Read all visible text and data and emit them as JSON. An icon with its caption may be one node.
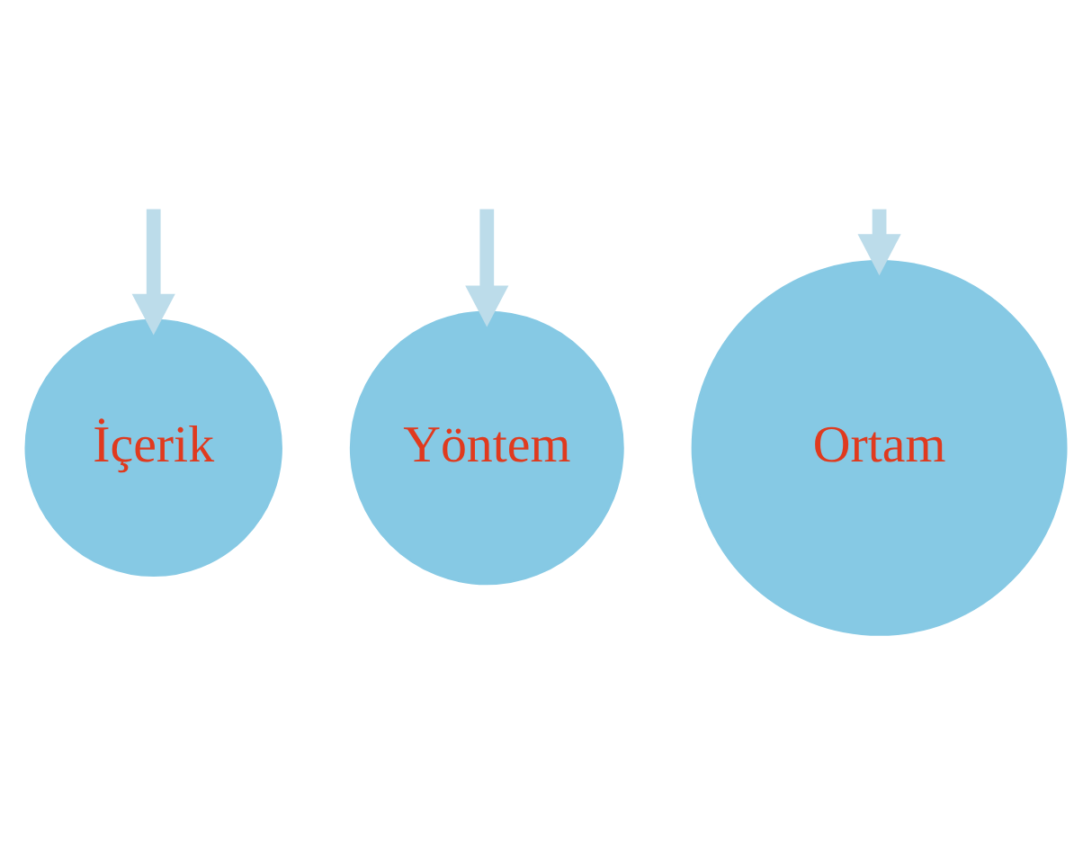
{
  "diagram": {
    "nodes": [
      {
        "text": [
          "İçerik"
        ]
      },
      {
        "text": [
          "Yöntem"
        ]
      },
      {
        "text": [
          "Ortam"
        ]
      }
    ],
    "edges": [
      {
        "from": null,
        "to": 0,
        "arrow": "to"
      },
      {
        "from": null,
        "to": 1,
        "arrow": "to"
      },
      {
        "from": null,
        "to": 2,
        "arrow": "to"
      }
    ]
  }
}
